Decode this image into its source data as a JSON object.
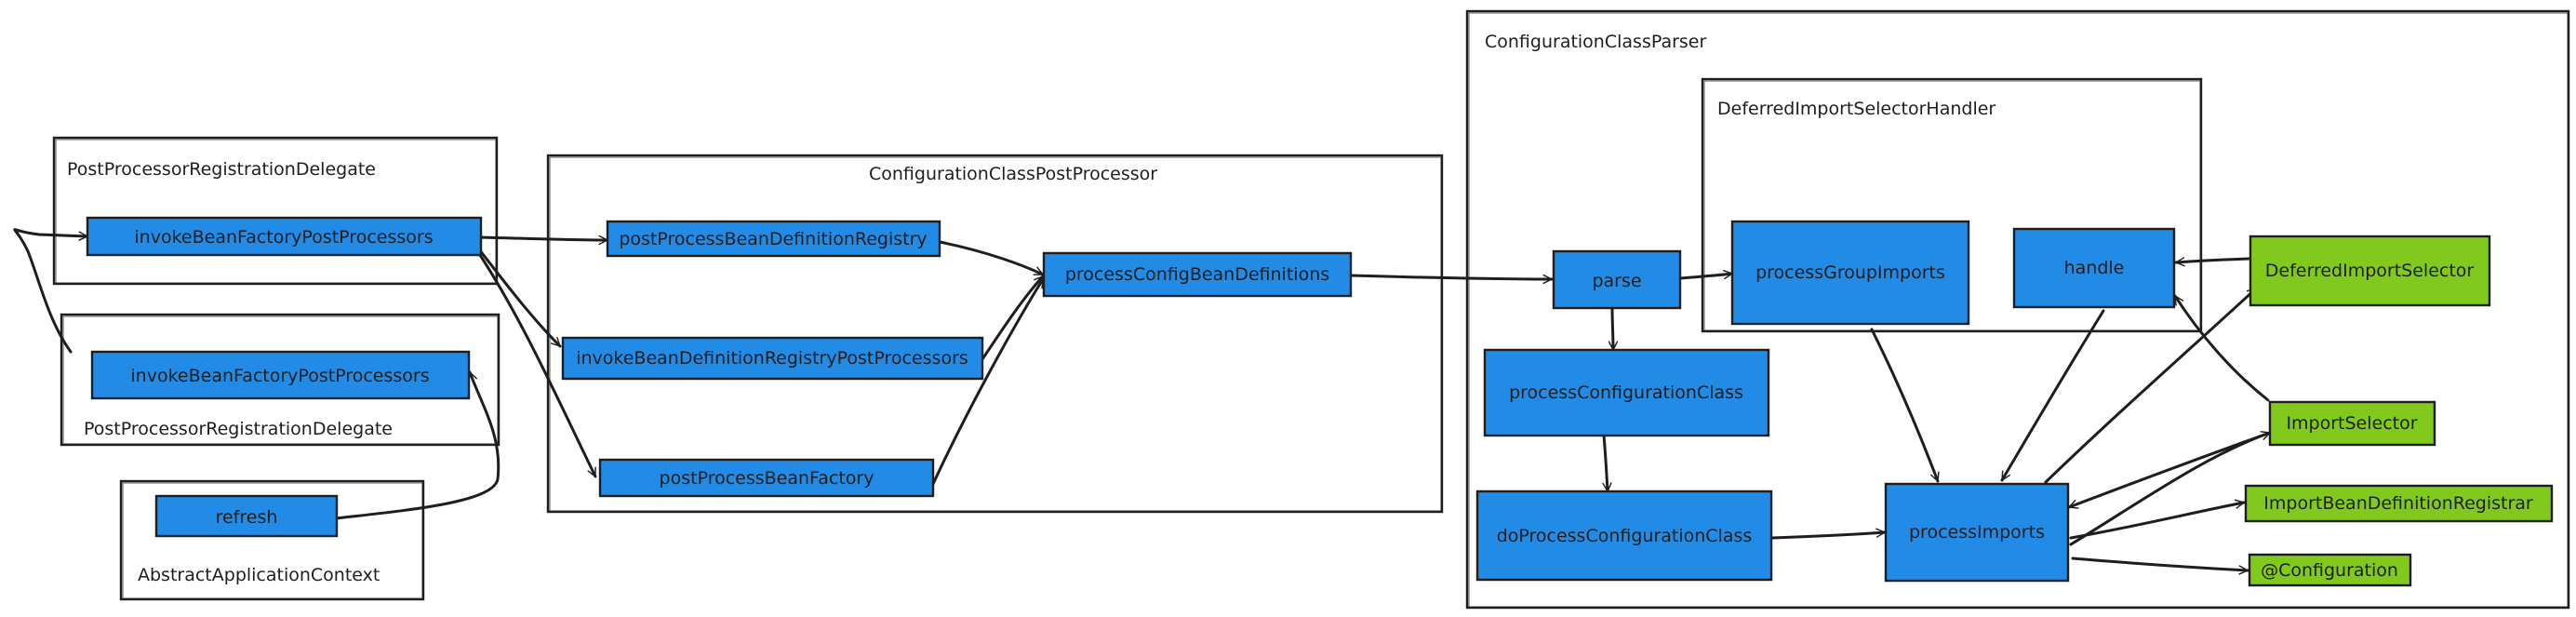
{
  "colors": {
    "process": "#228be6",
    "external": "#82c91e",
    "stroke": "#1e1e1e"
  },
  "groups": {
    "delegate_top": "PostProcessorRegistrationDelegate",
    "delegate_bottom": "PostProcessorRegistrationDelegate",
    "app_context": "AbstractApplicationContext",
    "post_processor": "ConfigurationClassPostProcessor",
    "parser": "ConfigurationClassParser",
    "deferred_handler": "DeferredImportSelectorHandler"
  },
  "nodes": {
    "invoke_top": "invokeBeanFactoryPostProcessors",
    "invoke_bottom": "invokeBeanFactoryPostProcessors",
    "refresh": "refresh",
    "post_registry": "postProcessBeanDefinitionRegistry",
    "invoke_registry": "invokeBeanDefinitionRegistryPostProcessors",
    "post_factory": "postProcessBeanFactory",
    "process_config_defs": "processConfigBeanDefinitions",
    "parse": "parse",
    "process_config_class": "processConfigurationClass",
    "do_process_config_class": "doProcessConfigurationClass",
    "process_group_imports": "processGroupImports",
    "handle": "handle",
    "process_imports": "processImports",
    "deferred_import_selector": "DeferredImportSelector",
    "import_selector": "ImportSelector",
    "import_registrar": "ImportBeanDefinitionRegistrar",
    "configuration": "@Configuration"
  }
}
